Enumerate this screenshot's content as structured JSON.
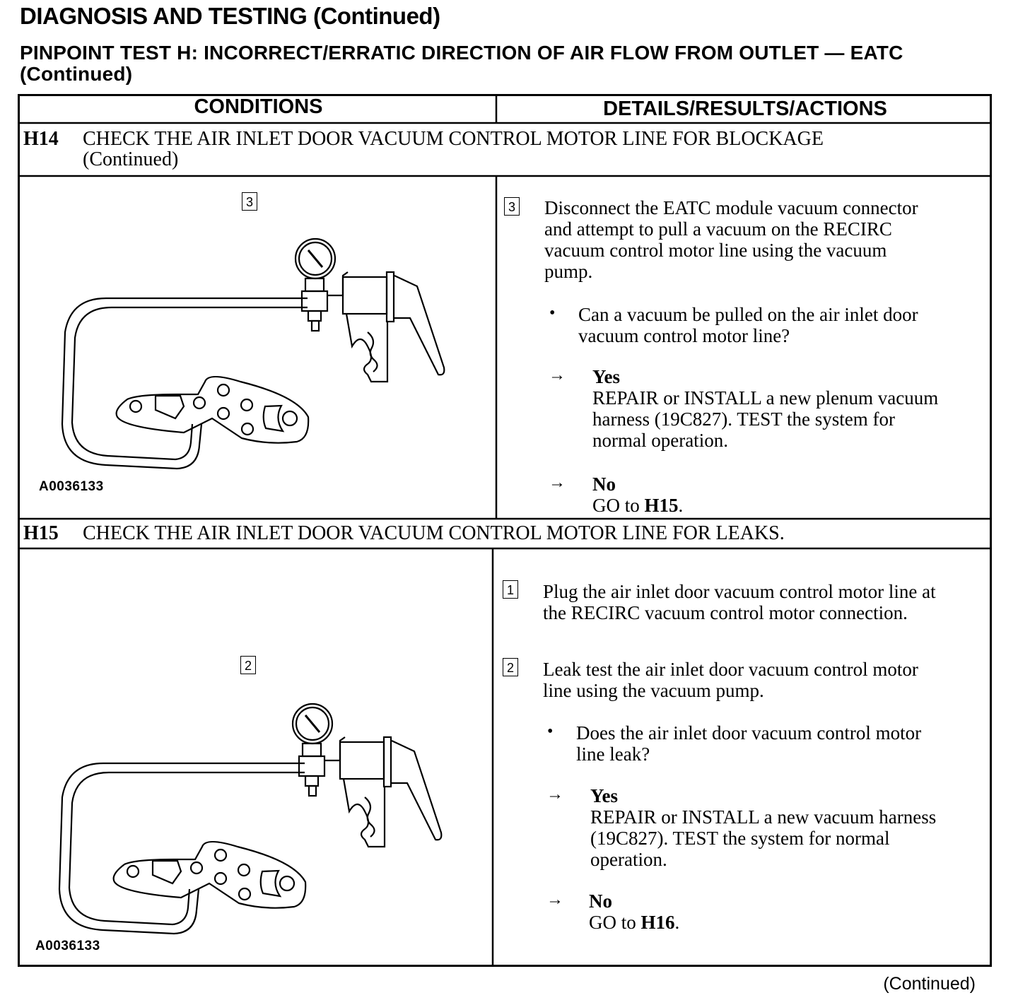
{
  "page": {
    "title": "DIAGNOSIS AND TESTING (Continued)",
    "test_title_line1": "PINPOINT TEST H: INCORRECT/ERRATIC DIRECTION OF AIR FLOW FROM OUTLET — EATC",
    "test_title_line2": "(Continued)",
    "footer": "(Continued)"
  },
  "table": {
    "headers": [
      "CONDITIONS",
      "DETAILS/RESULTS/ACTIONS"
    ]
  },
  "h14": {
    "id": "H14",
    "title_line1": "CHECK THE AIR INLET DOOR VACUUM CONTROL MOTOR LINE FOR BLOCKAGE",
    "title_line2": "(Continued)",
    "figure_step": "3",
    "figure_id": "A0036133",
    "step": {
      "number": "3",
      "lines": [
        "Disconnect the EATC module vacuum connector",
        "and attempt to pull a vacuum on the RECIRC",
        "vacuum control motor line using the vacuum",
        "pump."
      ]
    },
    "question_lines": [
      "Can a vacuum be pulled on the air inlet door",
      "vacuum control motor line?"
    ],
    "yes_label": "Yes",
    "yes_lines": [
      "REPAIR or INSTALL a new plenum vacuum",
      "harness (19C827). TEST the system for",
      "normal operation."
    ],
    "no_label": "No",
    "no_prefix": "GO to ",
    "no_target": "H15",
    "no_suffix": "."
  },
  "h15": {
    "id": "H15",
    "title": "CHECK THE AIR INLET DOOR VACUUM CONTROL MOTOR LINE FOR LEAKS.",
    "figure_step": "2",
    "figure_id": "A0036133",
    "step1": {
      "number": "1",
      "lines": [
        "Plug the air inlet door vacuum control motor line at",
        "the RECIRC vacuum control motor connection."
      ]
    },
    "step2": {
      "number": "2",
      "lines": [
        "Leak test the air inlet door vacuum control motor",
        "line using the vacuum pump."
      ]
    },
    "question_lines": [
      "Does the air inlet door vacuum control motor",
      "line leak?"
    ],
    "yes_label": "Yes",
    "yes_lines": [
      "REPAIR or INSTALL a new vacuum harness",
      "(19C827). TEST the system for normal",
      "operation."
    ],
    "no_label": "No",
    "no_prefix": "GO to ",
    "no_target": "H16",
    "no_suffix": "."
  },
  "icons": {
    "arrow": "→",
    "bullet": "•"
  }
}
